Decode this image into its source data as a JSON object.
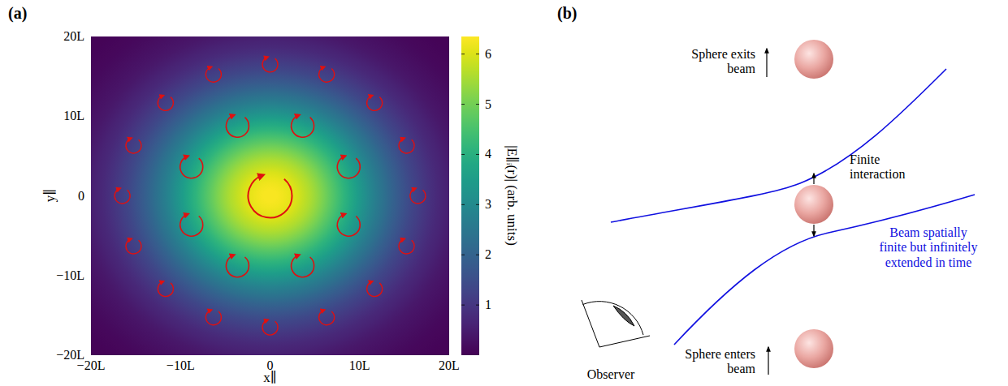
{
  "diagram": {
    "labels": [
      "(a)",
      "(b)",
      "20L",
      "10L",
      "0",
      "−10L",
      "−20L",
      "−20L",
      "−10L",
      "0",
      "10L",
      "20L",
      "y∥",
      "x∥",
      "6",
      "5",
      "4",
      "3",
      "2",
      "1",
      "|E∥ᵢ(r)| (arb. units)",
      "Sphere exits beam",
      "Finite interaction",
      "Beam spatially finite but infinitely extended in time",
      "Observer",
      "Sphere enters beam"
    ]
  }
}
